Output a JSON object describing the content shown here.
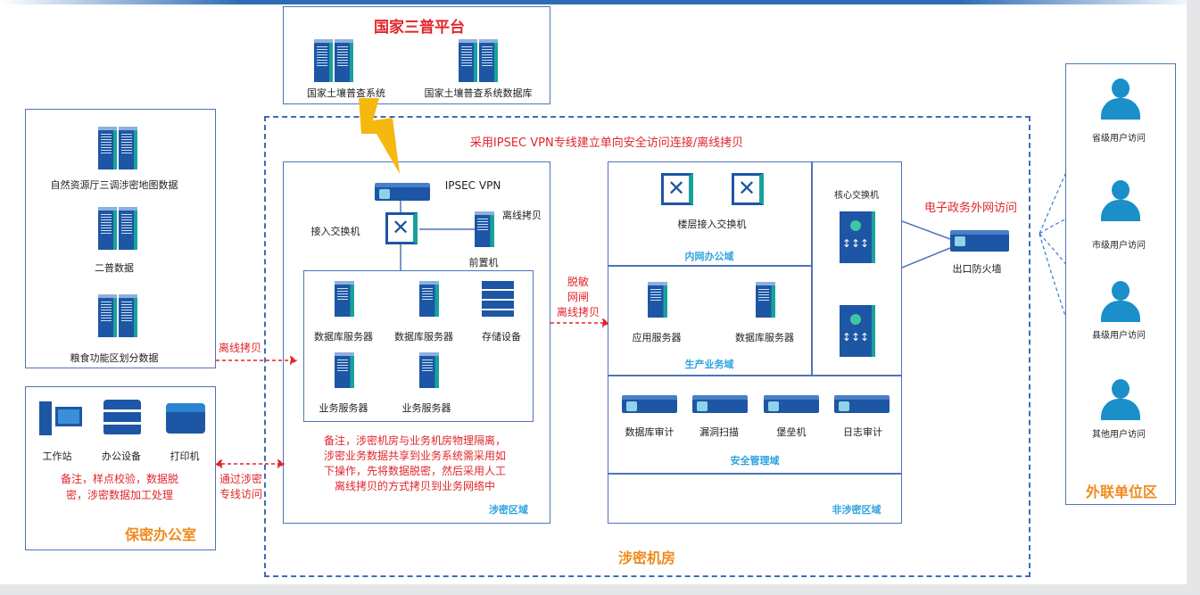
{
  "national": {
    "title": "国家三普平台",
    "items": [
      "国家土壤普查系统",
      "国家土壤普查系统数据库"
    ]
  },
  "left_data": {
    "items": [
      "自然资源厅三调涉密地图数据",
      "二普数据",
      "粮食功能区划分数据"
    ]
  },
  "secret_office": {
    "title": "保密办公室",
    "items": [
      "工作站",
      "办公设备",
      "打印机"
    ],
    "note": [
      "备注，样点校验，数据脱",
      "密，涉密数据加工处理"
    ]
  },
  "links": {
    "offline_copy": "离线拷贝",
    "secret_line": [
      "通过涉密",
      "专线访问"
    ],
    "vpn_note": "采用IPSEC VPN专线建立单向安全访问连接/离线拷贝",
    "gateway": [
      "脱敏",
      "网闸",
      "离线拷贝"
    ],
    "egov": "电子政务外网访问"
  },
  "secret_room": {
    "title": "涉密机房"
  },
  "secret_zone": {
    "label": "涉密区域",
    "vpn": "IPSEC VPN",
    "access_switch": "接入交换机",
    "offline": "离线拷贝",
    "front": "前置机",
    "servers": [
      "数据库服务器",
      "数据库服务器",
      "存储设备",
      "业务服务器",
      "业务服务器"
    ],
    "note": [
      "备注，涉密机房与业务机房物理隔离，",
      "涉密业务数据共享到业务系统需采用如",
      "下操作，先将数据脱密，然后采用人工",
      "离线拷贝的方式拷贝到业务网络中"
    ]
  },
  "nonsecret_zone": {
    "label": "非涉密区域",
    "office_domain": "内网办公域",
    "floor_switch": "楼层接入交换机",
    "prod_domain": "生产业务域",
    "app_server": "应用服务器",
    "db_server": "数据库服务器",
    "core_switch": "核心交换机",
    "security_domain": "安全管理域",
    "security_devices": [
      "数据库审计",
      "漏洞扫描",
      "堡垒机",
      "日志审计"
    ],
    "firewall": "出口防火墙"
  },
  "external": {
    "title": "外联单位区",
    "users": [
      "省级用户访问",
      "市级用户访问",
      "县级用户访问",
      "其他用户访问"
    ]
  },
  "colors": {
    "blue": "#1d56a5",
    "red": "#e0262b",
    "orange": "#f08a1c",
    "zone": "#2ea3e0"
  }
}
